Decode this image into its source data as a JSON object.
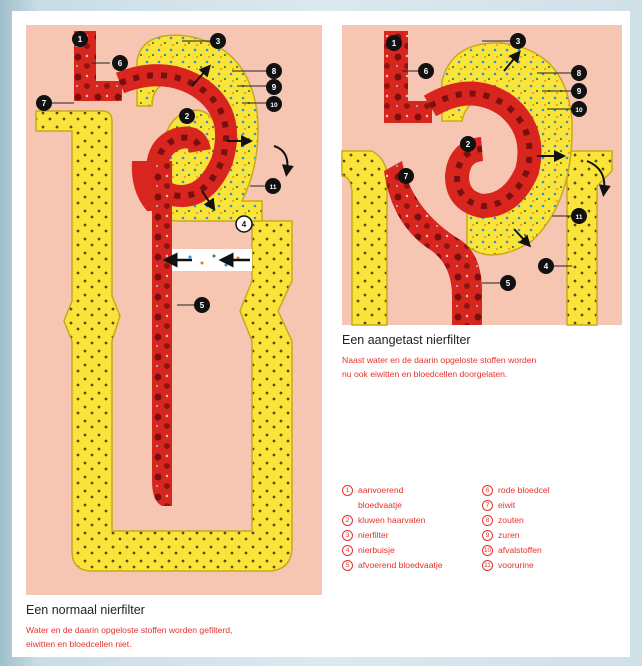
{
  "diagrams": {
    "normal": {
      "title": "Een normaal nierfilter",
      "description_line1": "Water en de daarin opgeloste stoffen worden gefilterd,",
      "description_line2": "eiwitten en bloedcellen niet."
    },
    "affected": {
      "title": "Een aangetast nierfilter",
      "description_line1": "Naast water en de daarin opgeloste stoffen worden",
      "description_line2": "nu ook eiwitten en bloedcellen doorgelaten."
    }
  },
  "callout_numbers": [
    "1",
    "2",
    "3",
    "4",
    "5",
    "6",
    "7",
    "8",
    "9",
    "10",
    "11"
  ],
  "legend": {
    "left": [
      {
        "num": "1",
        "lines": [
          "aanvoerend",
          "bloedvaatje"
        ]
      },
      {
        "num": "2",
        "lines": [
          "kluwen haarvaten"
        ]
      },
      {
        "num": "3",
        "lines": [
          "nierfilter"
        ]
      },
      {
        "num": "4",
        "lines": [
          "nierbuisje"
        ]
      },
      {
        "num": "5",
        "lines": [
          "afvoerend bloedvaatje"
        ]
      }
    ],
    "right": [
      {
        "num": "6",
        "lines": [
          "rode bloedcel"
        ]
      },
      {
        "num": "7",
        "lines": [
          "eiwit"
        ]
      },
      {
        "num": "8",
        "lines": [
          "zouten"
        ]
      },
      {
        "num": "9",
        "lines": [
          "zuren"
        ]
      },
      {
        "num": "10",
        "lines": [
          "afvalstoffen"
        ]
      },
      {
        "num": "11",
        "lines": [
          "voorurine"
        ]
      }
    ]
  },
  "colors": {
    "background_panel": "#f7c6b2",
    "tubule_yellow": "#fbe43a",
    "tubule_outline": "#c9a91a",
    "vessel_red": "#d8261f",
    "vessel_dark": "#a0100f",
    "blood_cell": "#7a0f10",
    "caption_red": "#e5322d"
  }
}
